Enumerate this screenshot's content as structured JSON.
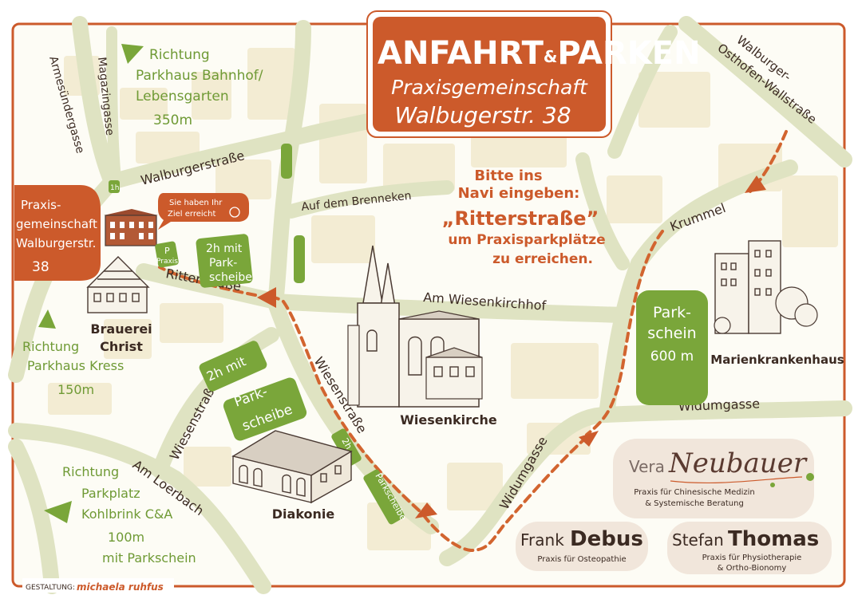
{
  "header": {
    "title_main": "ANFAHRT",
    "title_amp": "&",
    "title_end": "PARKEN",
    "subtitle_line1": "Praxisgemeinschaft",
    "subtitle_line2": "Walbugerstr. 38"
  },
  "streets": {
    "armesundergasse": "Armesündergasse",
    "magazingasse": "Magazingasse",
    "walburgerstrasse": "Walburgerstraße",
    "auf_dem_brenneken": "Auf dem Brenneken",
    "ritterstrasse": "Ritterstraße",
    "am_wiesenkirchhof": "Am Wiesenkirchhof",
    "krummel": "Krummel",
    "walburger_osthofen_line1": "Walburger-",
    "walburger_osthofen_line2": "Osthofen-Wallstraße",
    "wiesenstrasse_left": "Wiesenstraße",
    "wiesenstrasse_right": "Wiesenstraße",
    "widumgasse_top": "Widumgasse",
    "widumgasse_bottom": "Widumgasse",
    "am_loerbach": "Am Loerbach"
  },
  "directions": {
    "bahnhof": [
      "Richtung",
      "Parkhaus Bahnhof/",
      "Lebensgarten",
      "350m"
    ],
    "kress": [
      "Richtung",
      "Parkhaus Kress",
      "150m"
    ],
    "kohlbrink": [
      "Richtung",
      "Parkplatz",
      "Kohlbrink C&A",
      "100m",
      "mit Parkschein"
    ]
  },
  "navi": {
    "line1": "Bitte ins",
    "line2": "Navi eingeben:",
    "highlight": "„Ritterstraße”",
    "line3": "um Praxisparkplätze",
    "line4": "zu erreichen."
  },
  "praxis": {
    "lines": [
      "Praxis-",
      "gemeinschaft",
      "Walburgerstr.",
      "38"
    ],
    "bubble_line1": "Sie haben Ihr",
    "bubble_line2": "Ziel erreicht",
    "p_badge_line1": "P",
    "p_badge_line2": "Praxis",
    "sign_1h": "1h"
  },
  "parking": {
    "ritter_line1": "2h mit",
    "ritter_line2": "Park-",
    "ritter_line3": "scheibe",
    "wiesen_2h_line1": "2h mit",
    "wiesen_park_line1": "Park-",
    "wiesen_park_line2": "scheibe",
    "wiesen_right_2h": "2h",
    "wiesen_right_park": "Parkscheibe",
    "parkschein_line1": "Park-",
    "parkschein_line2": "schein",
    "parkschein_line3": "600 m"
  },
  "landmarks": {
    "brauerei_line1": "Brauerei",
    "brauerei_line2": "Christ",
    "wiesenkirche": "Wiesenkirche",
    "diakonie": "Diakonie",
    "marienkrankenhaus": "Marienkrankenhaus"
  },
  "practitioners": {
    "neubauer_first": "Vera",
    "neubauer_last": "Neubauer",
    "neubauer_desc1": "Praxis für Chinesische Medizin",
    "neubauer_desc2": "& Systemische Beratung",
    "debus_first": "Frank",
    "debus_last": "Debus",
    "debus_desc": "Praxis für Osteopathie",
    "thomas_first": "Stefan",
    "thomas_last": "Thomas",
    "thomas_desc1": "Praxis für Physiotherapie",
    "thomas_desc2": "& Ortho-Bionomy"
  },
  "footer": {
    "label": "GESTALTUNG:",
    "designer": "michaela ruhfus"
  },
  "colors": {
    "accent": "#cc5a2b",
    "green": "#7aa63a",
    "road": "#dfe3c2",
    "block": "#f3ecd3"
  }
}
